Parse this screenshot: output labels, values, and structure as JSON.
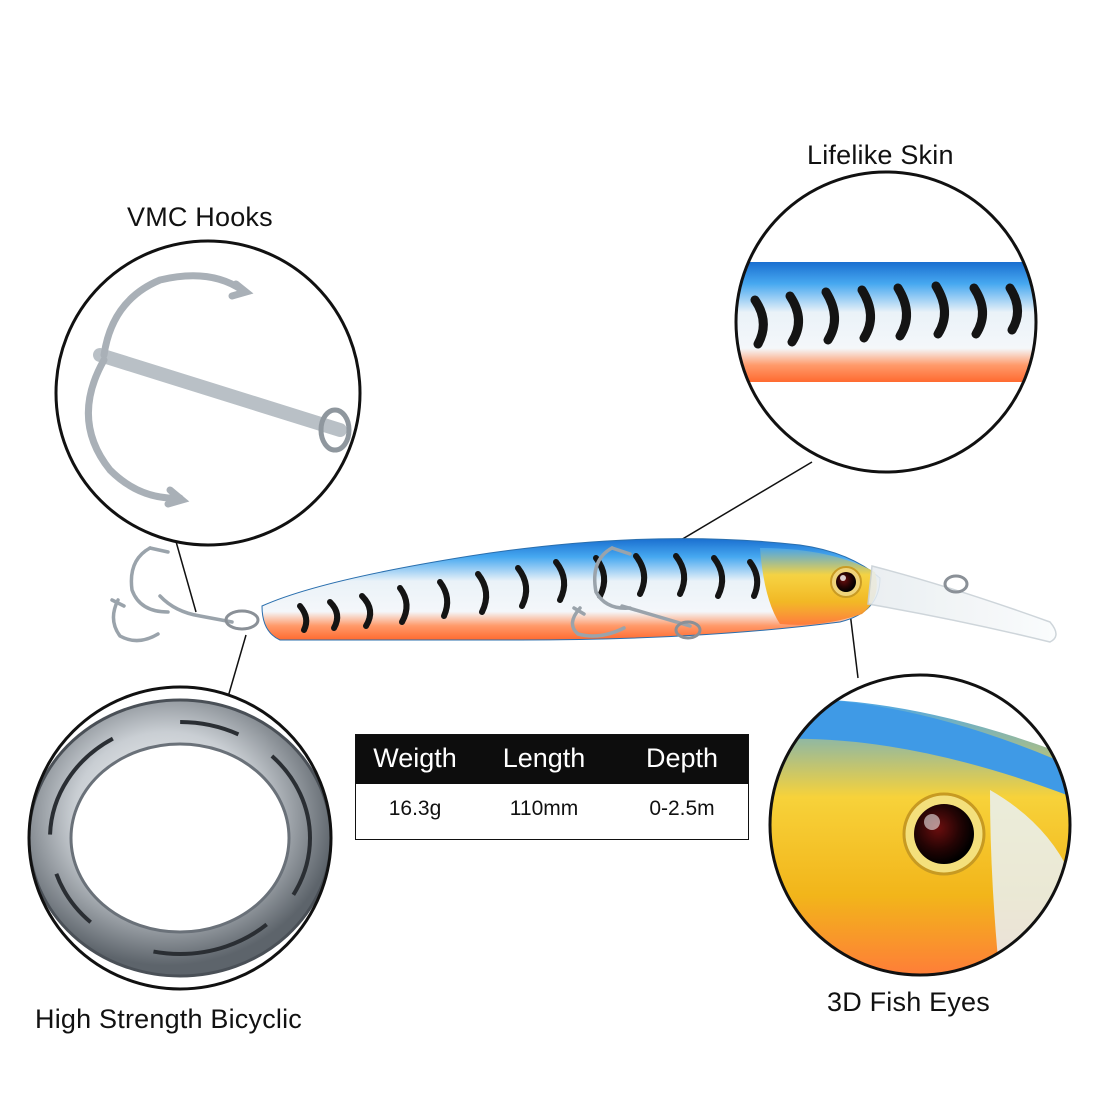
{
  "callouts": {
    "hooks": "VMC Hooks",
    "skin": "Lifelike Skin",
    "ring": "High Strength Bicyclic",
    "eyes": "3D Fish Eyes"
  },
  "specs": {
    "headers": [
      "Weigth",
      "Length",
      "Depth"
    ],
    "values": [
      "16.3g",
      "110mm",
      "0-2.5m"
    ]
  },
  "colors": {
    "back": "#2f8fe0",
    "belly": "#ff7a45",
    "head": "#f5c21a",
    "stripe": "#141414"
  }
}
